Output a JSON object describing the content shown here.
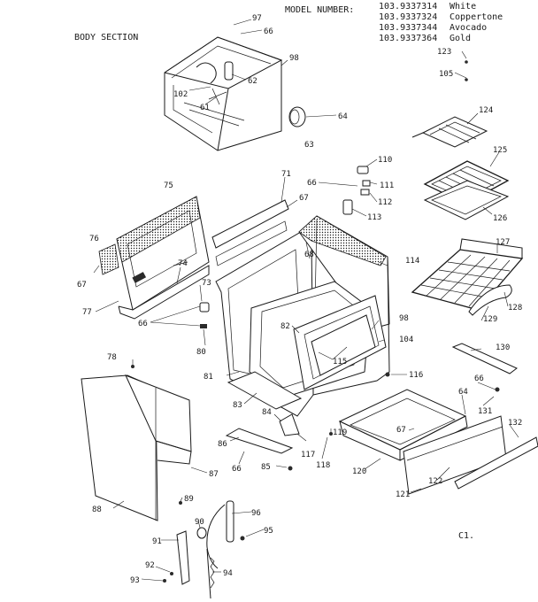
{
  "header": {
    "model_label": "MODEL NUMBER:",
    "models": [
      {
        "number": "103.9337314",
        "color": "White"
      },
      {
        "number": "103.9337324",
        "color": "Coppertone"
      },
      {
        "number": "103.9337344",
        "color": "Avocado"
      },
      {
        "number": "103.9337364",
        "color": "Gold"
      }
    ],
    "section_title": "BODY SECTION",
    "footer_code": "C1."
  },
  "parts": [
    {
      "id": "p97",
      "label": "97"
    },
    {
      "id": "p66a",
      "label": "66"
    },
    {
      "id": "p98a",
      "label": "98"
    },
    {
      "id": "p62",
      "label": "62"
    },
    {
      "id": "p102",
      "label": "102"
    },
    {
      "id": "p61",
      "label": "61"
    },
    {
      "id": "p64a",
      "label": "64"
    },
    {
      "id": "p63",
      "label": "63"
    },
    {
      "id": "p123",
      "label": "123"
    },
    {
      "id": "p105",
      "label": "105"
    },
    {
      "id": "p124",
      "label": "124"
    },
    {
      "id": "p125",
      "label": "125"
    },
    {
      "id": "p126",
      "label": "126"
    },
    {
      "id": "p110",
      "label": "110"
    },
    {
      "id": "p111",
      "label": "111"
    },
    {
      "id": "p112",
      "label": "112"
    },
    {
      "id": "p113",
      "label": "113"
    },
    {
      "id": "p66b",
      "label": "66"
    },
    {
      "id": "p71",
      "label": "71"
    },
    {
      "id": "p67a",
      "label": "67"
    },
    {
      "id": "p75",
      "label": "75"
    },
    {
      "id": "p76",
      "label": "76"
    },
    {
      "id": "p67b",
      "label": "67"
    },
    {
      "id": "p74",
      "label": "74"
    },
    {
      "id": "p73",
      "label": "73"
    },
    {
      "id": "p77",
      "label": "77"
    },
    {
      "id": "p66c",
      "label": "66"
    },
    {
      "id": "p80",
      "label": "80"
    },
    {
      "id": "p68",
      "label": "68"
    },
    {
      "id": "p114",
      "label": "114"
    },
    {
      "id": "p127",
      "label": "127"
    },
    {
      "id": "p128",
      "label": "128"
    },
    {
      "id": "p129",
      "label": "129"
    },
    {
      "id": "p98b",
      "label": "98"
    },
    {
      "id": "p82",
      "label": "82"
    },
    {
      "id": "p104",
      "label": "104"
    },
    {
      "id": "p115",
      "label": "115"
    },
    {
      "id": "p130",
      "label": "130"
    },
    {
      "id": "p78",
      "label": "78"
    },
    {
      "id": "p81",
      "label": "81"
    },
    {
      "id": "p116",
      "label": "116"
    },
    {
      "id": "p66d",
      "label": "66"
    },
    {
      "id": "p64b",
      "label": "64"
    },
    {
      "id": "p131",
      "label": "131"
    },
    {
      "id": "p83",
      "label": "83"
    },
    {
      "id": "p84",
      "label": "84"
    },
    {
      "id": "p86",
      "label": "86"
    },
    {
      "id": "p117",
      "label": "117"
    },
    {
      "id": "p119",
      "label": "119"
    },
    {
      "id": "p67c",
      "label": "67"
    },
    {
      "id": "p132",
      "label": "132"
    },
    {
      "id": "p66e",
      "label": "66"
    },
    {
      "id": "p85",
      "label": "85"
    },
    {
      "id": "p118",
      "label": "118"
    },
    {
      "id": "p120",
      "label": "120"
    },
    {
      "id": "p87",
      "label": "87"
    },
    {
      "id": "p122",
      "label": "122"
    },
    {
      "id": "p121",
      "label": "121"
    },
    {
      "id": "p89",
      "label": "89"
    },
    {
      "id": "p88",
      "label": "88"
    },
    {
      "id": "p96",
      "label": "96"
    },
    {
      "id": "p90",
      "label": "90"
    },
    {
      "id": "p95",
      "label": "95"
    },
    {
      "id": "p91",
      "label": "91"
    },
    {
      "id": "p92",
      "label": "92"
    },
    {
      "id": "p93",
      "label": "93"
    },
    {
      "id": "p94",
      "label": "94"
    }
  ]
}
